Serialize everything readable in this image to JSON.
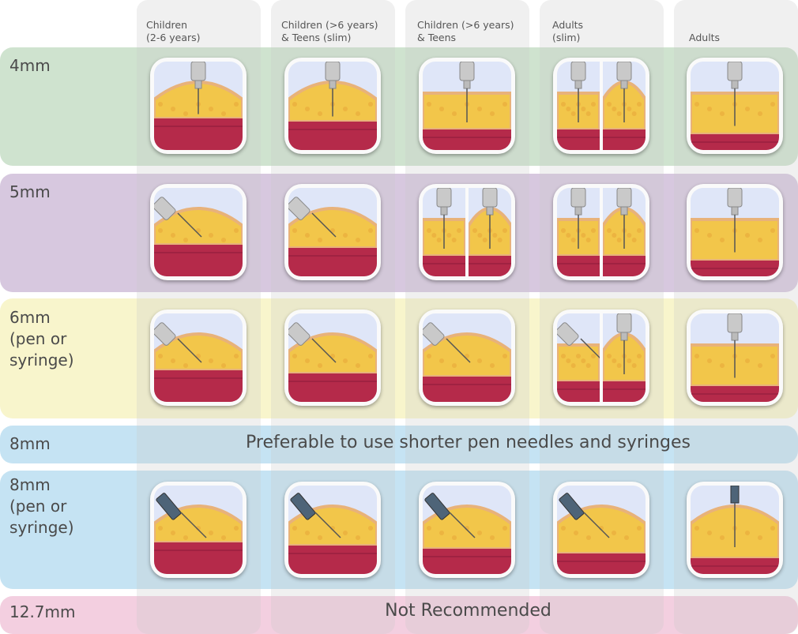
{
  "columns": [
    {
      "label": "Children\n(2-6 years)"
    },
    {
      "label": "Children (>6 years)\n& Teens (slim)"
    },
    {
      "label": "Children (>6 years)\n& Teens"
    },
    {
      "label": "Adults\n(slim)"
    },
    {
      "label": "Adults"
    }
  ],
  "rows": [
    {
      "label": "4mm",
      "color": "#cfe3cf"
    },
    {
      "label": "5mm",
      "color": "#d7c8df"
    },
    {
      "label": "6mm\n(pen or\nsyringe)",
      "color": "#f8f5cc"
    },
    {
      "label": "8mm",
      "color": "#c5e3f3",
      "note": "Preferable to use shorter pen needles and syringes"
    },
    {
      "label": "8mm\n(pen or\nsyringe)",
      "color": "#c5e3f3"
    },
    {
      "label": "12.7mm",
      "color": "#f3cfe0",
      "note": "Not Recommended"
    }
  ],
  "colors": {
    "skin": "#e8b27a",
    "fat": "#f2c64a",
    "muscle": "#b52a4a",
    "sky": "#dfe6f8",
    "needle_pen": "#c9c9c9",
    "needle_syringe": "#4e6478"
  }
}
